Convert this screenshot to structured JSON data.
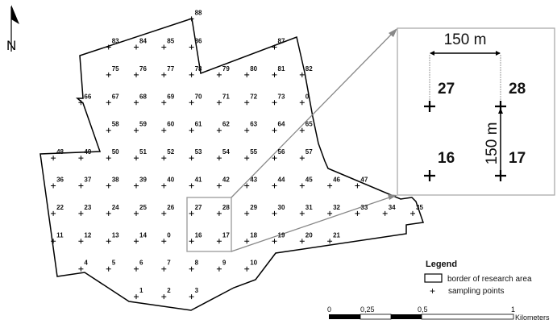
{
  "north_arrow": {
    "label": "N"
  },
  "sampling_points": [
    "83",
    "84",
    "85",
    "86",
    "87",
    "88",
    "75",
    "76",
    "77",
    "78",
    "79",
    "80",
    "81",
    "82",
    "66",
    "67",
    "68",
    "69",
    "70",
    "71",
    "72",
    "73",
    "0",
    "58",
    "59",
    "60",
    "61",
    "62",
    "63",
    "64",
    "65",
    "48",
    "49",
    "50",
    "51",
    "52",
    "53",
    "54",
    "55",
    "56",
    "57",
    "36",
    "37",
    "38",
    "39",
    "40",
    "41",
    "42",
    "43",
    "44",
    "45",
    "46",
    "47",
    "22",
    "23",
    "24",
    "25",
    "26",
    "27",
    "28",
    "29",
    "30",
    "31",
    "32",
    "33",
    "34",
    "35",
    "11",
    "12",
    "13",
    "14",
    "0",
    "16",
    "17",
    "18",
    "19",
    "20",
    "21",
    "4",
    "5",
    "6",
    "7",
    "8",
    "9",
    "10",
    "1",
    "2",
    "3"
  ],
  "inset": {
    "points": [
      "27",
      "28",
      "16",
      "17"
    ],
    "horizontal_distance": "150 m",
    "vertical_distance": "150 m"
  },
  "legend": {
    "title": "Legend",
    "items": [
      {
        "symbol": "rectangle",
        "label": "border of research area"
      },
      {
        "symbol": "+",
        "label": "sampling points"
      }
    ]
  },
  "scale_bar": {
    "ticks": [
      "0",
      "0,25",
      "0,5",
      "1"
    ],
    "unit": "Kilometers"
  },
  "colors": {
    "border": "#000000",
    "inset_frame": "#999999",
    "connector": "#888888"
  }
}
